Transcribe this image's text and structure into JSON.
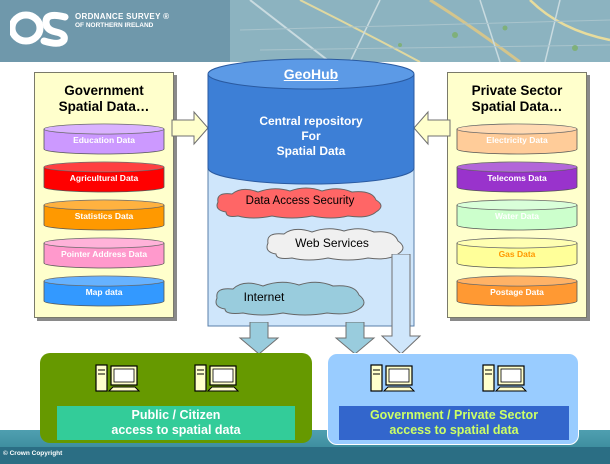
{
  "logo": {
    "line1": "ORDNANCE SURVEY",
    "line2": "OF NORTHERN IRELAND",
    "registered": "®"
  },
  "government": {
    "title_line1": "Government",
    "title_line2": "Spatial Data…",
    "items": [
      {
        "label": "Education Data",
        "color": "#cc99ff",
        "text_color": "#ffffff"
      },
      {
        "label": "Agricultural Data",
        "color": "#ff0000",
        "text_color": "#ffffff"
      },
      {
        "label": "Statistics Data",
        "color": "#ff9900",
        "text_color": "#ffffff"
      },
      {
        "label": "Pointer Address Data",
        "color": "#ff99cc",
        "text_color": "#ffffff"
      },
      {
        "label": "Map data",
        "color": "#3399ff",
        "text_color": "#ffffff"
      }
    ]
  },
  "private": {
    "title_line1": "Private Sector",
    "title_line2": "Spatial Data…",
    "items": [
      {
        "label": "Electricity Data",
        "color": "#ffcc99",
        "text_color": "#ffffff"
      },
      {
        "label": "Telecoms Data",
        "color": "#9933cc",
        "text_color": "#ffffff"
      },
      {
        "label": "Water Data",
        "color": "#ccffcc",
        "text_color": "#ffffff"
      },
      {
        "label": "Gas Data",
        "color": "#ffff99",
        "text_color": "#ff9900"
      },
      {
        "label": "Postage Data",
        "color": "#ff9933",
        "text_color": "#ffffff"
      }
    ]
  },
  "hub": {
    "title": "GeoHub",
    "line1": "Central repository",
    "line2": "For",
    "line3": "Spatial Data"
  },
  "clouds": {
    "security": "Data Access Security",
    "web": "Web Services",
    "internet": "Internet"
  },
  "public_box": {
    "line1": "Public / Citizen",
    "line2": "access to spatial data"
  },
  "gov_box": {
    "line1": "Government / Private Sector",
    "line2": "access to spatial data"
  },
  "footer": {
    "copyright": "© Crown Copyright"
  },
  "colors": {
    "header": "#6b95a8",
    "panel_bg": "#ffffcc",
    "hub_blue": "#3d7fd6",
    "hub_body": "#cfe6fb",
    "public_bg": "#669900",
    "public_caption": "#33cc99",
    "gov_bg": "#99ccff",
    "gov_caption": "#3366cc",
    "gov_caption_text": "#ccff66"
  }
}
